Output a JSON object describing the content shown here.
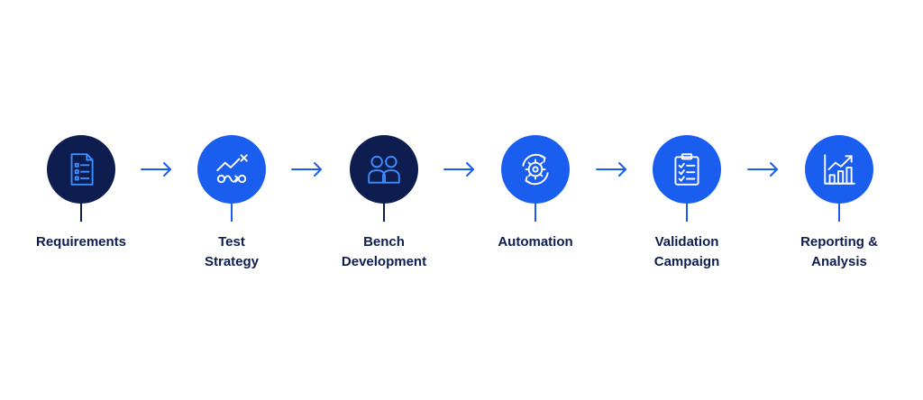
{
  "colors": {
    "dark": "#0d1d4f",
    "blue": "#1a5ef0",
    "icon_on_dark": "#3f8cff",
    "icon_on_blue": "#ffffff",
    "label": "#0d1d4f",
    "arrow": "#1a5ef0"
  },
  "steps": [
    {
      "label_lines": [
        "Requirements"
      ],
      "icon": "document-list-icon",
      "style": "dark"
    },
    {
      "label_lines": [
        "Test",
        "Strategy"
      ],
      "icon": "strategy-path-icon",
      "style": "blue"
    },
    {
      "label_lines": [
        "Bench",
        "Development"
      ],
      "icon": "team-people-icon",
      "style": "dark"
    },
    {
      "label_lines": [
        "Automation"
      ],
      "icon": "gear-cycle-icon",
      "style": "blue"
    },
    {
      "label_lines": [
        "Validation",
        "Campaign"
      ],
      "icon": "clipboard-checklist-icon",
      "style": "blue"
    },
    {
      "label_lines": [
        "Reporting &",
        "Analysis"
      ],
      "icon": "growth-chart-icon",
      "style": "blue"
    }
  ]
}
